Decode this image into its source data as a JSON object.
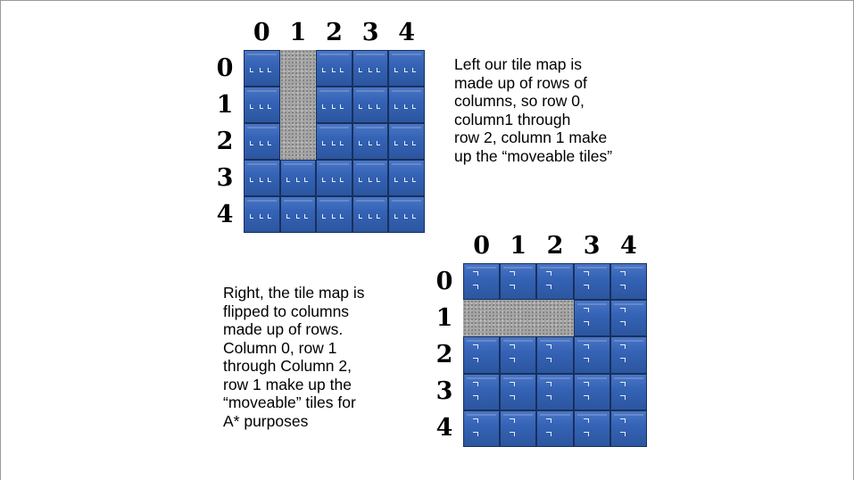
{
  "left_grid": {
    "column_labels": [
      "0",
      "1",
      "2",
      "3",
      "4"
    ],
    "row_labels": [
      "0",
      "1",
      "2",
      "3",
      "4"
    ],
    "tiles": [
      [
        "water",
        "stone",
        "water",
        "water",
        "water"
      ],
      [
        "water",
        "stone",
        "water",
        "water",
        "water"
      ],
      [
        "water",
        "stone",
        "water",
        "water",
        "water"
      ],
      [
        "water",
        "water",
        "water",
        "water",
        "water"
      ],
      [
        "water",
        "water",
        "water",
        "water",
        "water"
      ]
    ]
  },
  "right_grid": {
    "column_labels": [
      "0",
      "1",
      "2",
      "3",
      "4"
    ],
    "row_labels": [
      "0",
      "1",
      "2",
      "3",
      "4"
    ],
    "tiles": [
      [
        "water",
        "water",
        "water",
        "water",
        "water"
      ],
      [
        "stone",
        "stone",
        "stone",
        "water",
        "water"
      ],
      [
        "water",
        "water",
        "water",
        "water",
        "water"
      ],
      [
        "water",
        "water",
        "water",
        "water",
        "water"
      ],
      [
        "water",
        "water",
        "water",
        "water",
        "water"
      ]
    ]
  },
  "captions": {
    "left": "Left our tile map is\nmade up of rows of\ncolumns, so row 0,\ncolumn1 through\nrow 2, column 1 make\nup the “moveable tiles”",
    "right": "Right, the tile map is\nflipped to columns\nmade up of rows.\nColumn 0, row 1\nthrough Column 2,\nrow 1 make up the\n“moveable” tiles for\nA* purposes"
  },
  "colors": {
    "water_tile": "#3563b6",
    "stone_tile": "#a4a4a4"
  }
}
